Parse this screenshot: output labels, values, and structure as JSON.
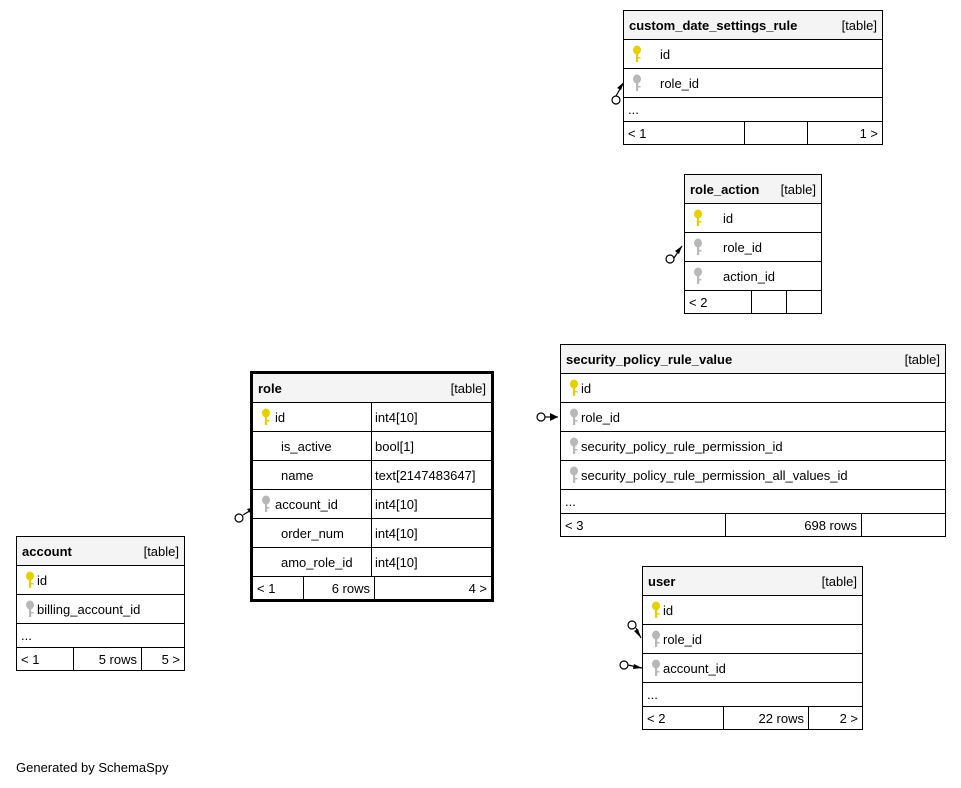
{
  "footer_text": "Generated by SchemaSpy",
  "colors": {
    "primary_key": "#e8d000",
    "foreign_key": "#b8b8b8",
    "header_bg": "#f4f4f4"
  },
  "tables": {
    "custom_date_settings_rule": {
      "name": "custom_date_settings_rule",
      "kind": "[table]",
      "columns": [
        {
          "name": "id",
          "key": "primary-key-icon"
        },
        {
          "name": "role_id",
          "key": "foreign-key-icon"
        }
      ],
      "ellipsis": "...",
      "footer": {
        "left": "< 1",
        "mid": "",
        "right": "1 >"
      }
    },
    "role_action": {
      "name": "role_action",
      "kind": "[table]",
      "columns": [
        {
          "name": "id",
          "key": "primary-key-icon"
        },
        {
          "name": "role_id",
          "key": "foreign-key-icon"
        },
        {
          "name": "action_id",
          "key": "foreign-key-icon"
        }
      ],
      "footer": {
        "left": "< 2",
        "mid": "",
        "right": ""
      }
    },
    "security_policy_rule_value": {
      "name": "security_policy_rule_value",
      "kind": "[table]",
      "columns": [
        {
          "name": "id",
          "key": "primary-key-icon"
        },
        {
          "name": "role_id",
          "key": "foreign-key-icon"
        },
        {
          "name": "security_policy_rule_permission_id",
          "key": "foreign-key-icon"
        },
        {
          "name": "security_policy_rule_permission_all_values_id",
          "key": "foreign-key-icon"
        }
      ],
      "ellipsis": "...",
      "footer": {
        "left": "< 3",
        "mid": "698 rows",
        "right": ""
      }
    },
    "role": {
      "name": "role",
      "kind": "[table]",
      "columns": [
        {
          "name": "id",
          "type": "int4[10]",
          "key": "primary-key-icon"
        },
        {
          "name": "is_active",
          "type": "bool[1]",
          "key": ""
        },
        {
          "name": "name",
          "type": "text[2147483647]",
          "key": ""
        },
        {
          "name": "account_id",
          "type": "int4[10]",
          "key": "foreign-key-icon"
        },
        {
          "name": "order_num",
          "type": "int4[10]",
          "key": ""
        },
        {
          "name": "amo_role_id",
          "type": "int4[10]",
          "key": ""
        }
      ],
      "footer": {
        "left": "< 1",
        "mid": "6 rows",
        "right": "4 >"
      }
    },
    "account": {
      "name": "account",
      "kind": "[table]",
      "columns": [
        {
          "name": "id",
          "key": "primary-key-icon"
        },
        {
          "name": "billing_account_id",
          "key": "foreign-key-icon"
        }
      ],
      "ellipsis": "...",
      "footer": {
        "left": "< 1",
        "mid": "5 rows",
        "right": "5 >"
      }
    },
    "user": {
      "name": "user",
      "kind": "[table]",
      "columns": [
        {
          "name": "id",
          "key": "primary-key-icon"
        },
        {
          "name": "role_id",
          "key": "foreign-key-icon"
        },
        {
          "name": "account_id",
          "key": "foreign-key-icon"
        }
      ],
      "ellipsis": "...",
      "footer": {
        "left": "< 2",
        "mid": "22 rows",
        "right": "2 >"
      }
    }
  }
}
